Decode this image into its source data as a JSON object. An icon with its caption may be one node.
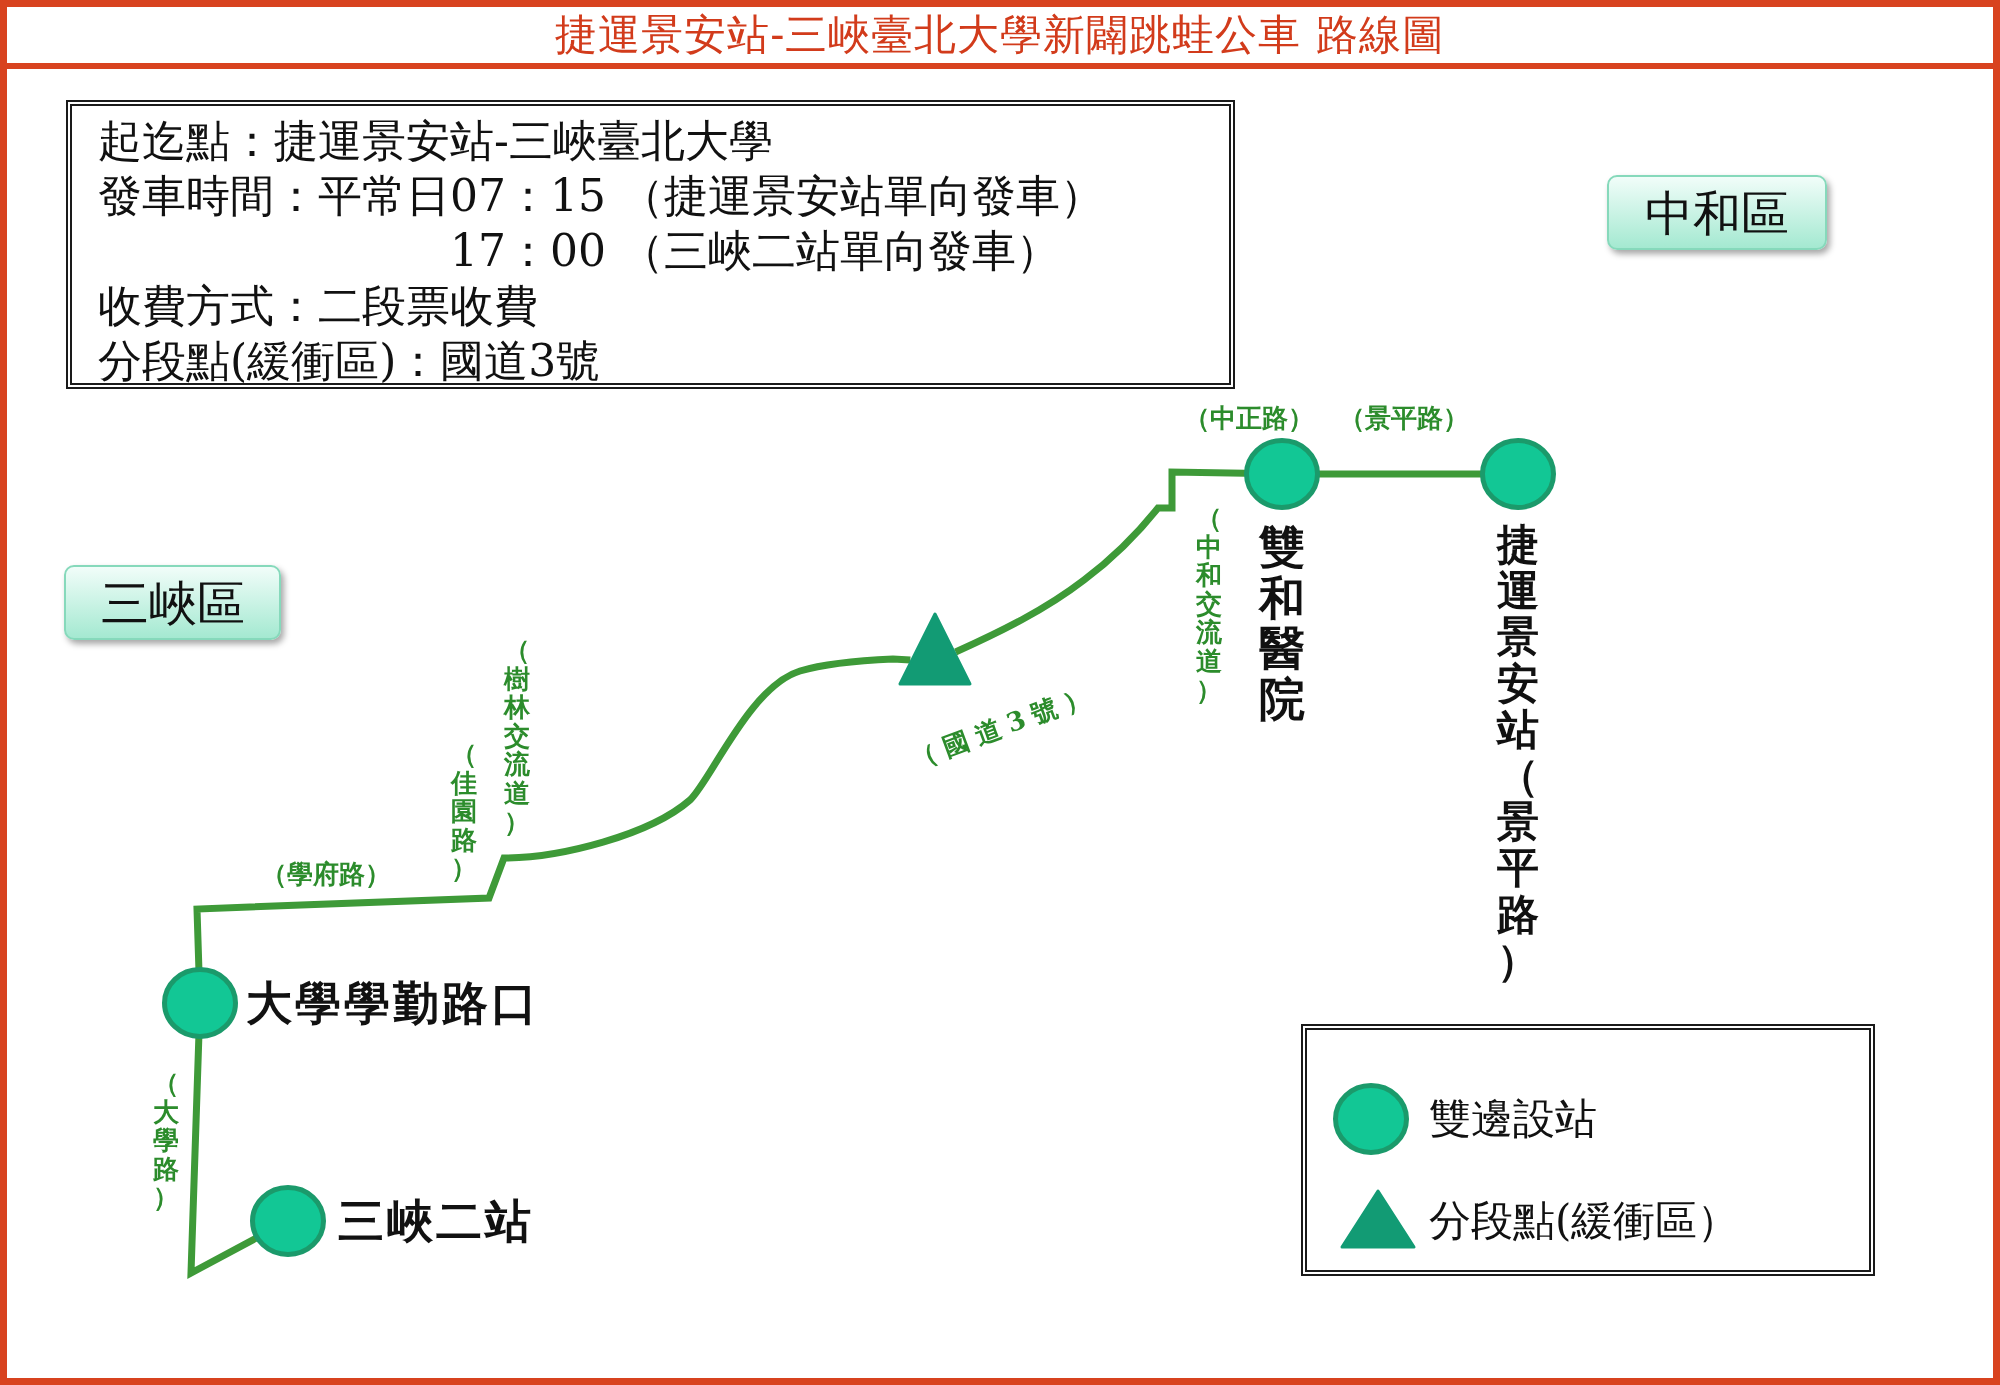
{
  "diagram": {
    "title": "捷運景安站-三峽臺北大學新闢跳蛙公車 路線圖",
    "nodes": [
      {
        "text": [
          "起迄點：捷運景安站-三峽臺北大學",
          "發車時間：平常日07：15 （捷運景安站單向發車）",
          "17：00 （三峽二站單向發車）",
          "收費方式：二段票收費",
          "分段點(緩衝區)：國道3號"
        ]
      },
      {
        "text": [
          "中和區"
        ]
      },
      {
        "text": [
          "三峽區"
        ]
      },
      {
        "text": [],
        "shape": "circle",
        "beside": [
          "大學學勤路口"
        ]
      },
      {
        "text": [],
        "shape": "circle",
        "beside": [
          "三峽二站"
        ]
      },
      {
        "text": [],
        "shape": "triangle"
      },
      {
        "text": [],
        "shape": "circle",
        "beside": [
          "雙和醫院"
        ]
      },
      {
        "text": [],
        "shape": "circle",
        "beside": [
          "捷運景安站（景平路）"
        ]
      }
    ],
    "edges": [
      {
        "from": 4,
        "to": 3,
        "arrow": "none"
      },
      {
        "from": 3,
        "to": 5,
        "arrow": "none"
      },
      {
        "from": 5,
        "to": 6,
        "arrow": "none"
      },
      {
        "from": 6,
        "to": 7,
        "arrow": "none"
      }
    ],
    "labels": [
      "（中正路）",
      "（景平路）",
      "（中和交流道）",
      "（樹林交流道）",
      "（國道3號）",
      "（佳園路）",
      "（學府路）",
      "（大學路）"
    ],
    "legend": [
      {
        "text": "雙邊設站"
      },
      {
        "text": "分段點(緩衝區）"
      }
    ]
  }
}
